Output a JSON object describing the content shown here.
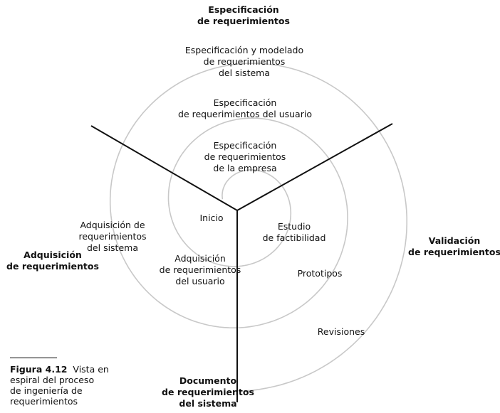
{
  "phases": {
    "spec": "Especificación\nde requerimientos",
    "validation": "Validación\nde requerimientos",
    "document": "Documento\nde requerimientos\ndel sistema",
    "acquisition": "Adquisición\nde requerimientos"
  },
  "labels": {
    "spec_system": "Especificación y modelado\nde requerimientos\ndel sistema",
    "spec_user": "Especificación\nde requerimientos del usuario",
    "spec_business": "Especificación\nde requerimientos\nde la empresa",
    "start": "Inicio",
    "feasibility": "Estudio\nde factibilidad",
    "acq_system": "Adquisición de\nrequerimientos\ndel sistema",
    "acq_user": "Adquisición\nde requerimientos\ndel usuario",
    "prototypes": "Prototipos",
    "reviews": "Revisiones"
  },
  "caption": {
    "label": "Figura 4.12",
    "text": "Vista en\nespiral del proceso\nde ingeniería de\nrequerimientos"
  }
}
